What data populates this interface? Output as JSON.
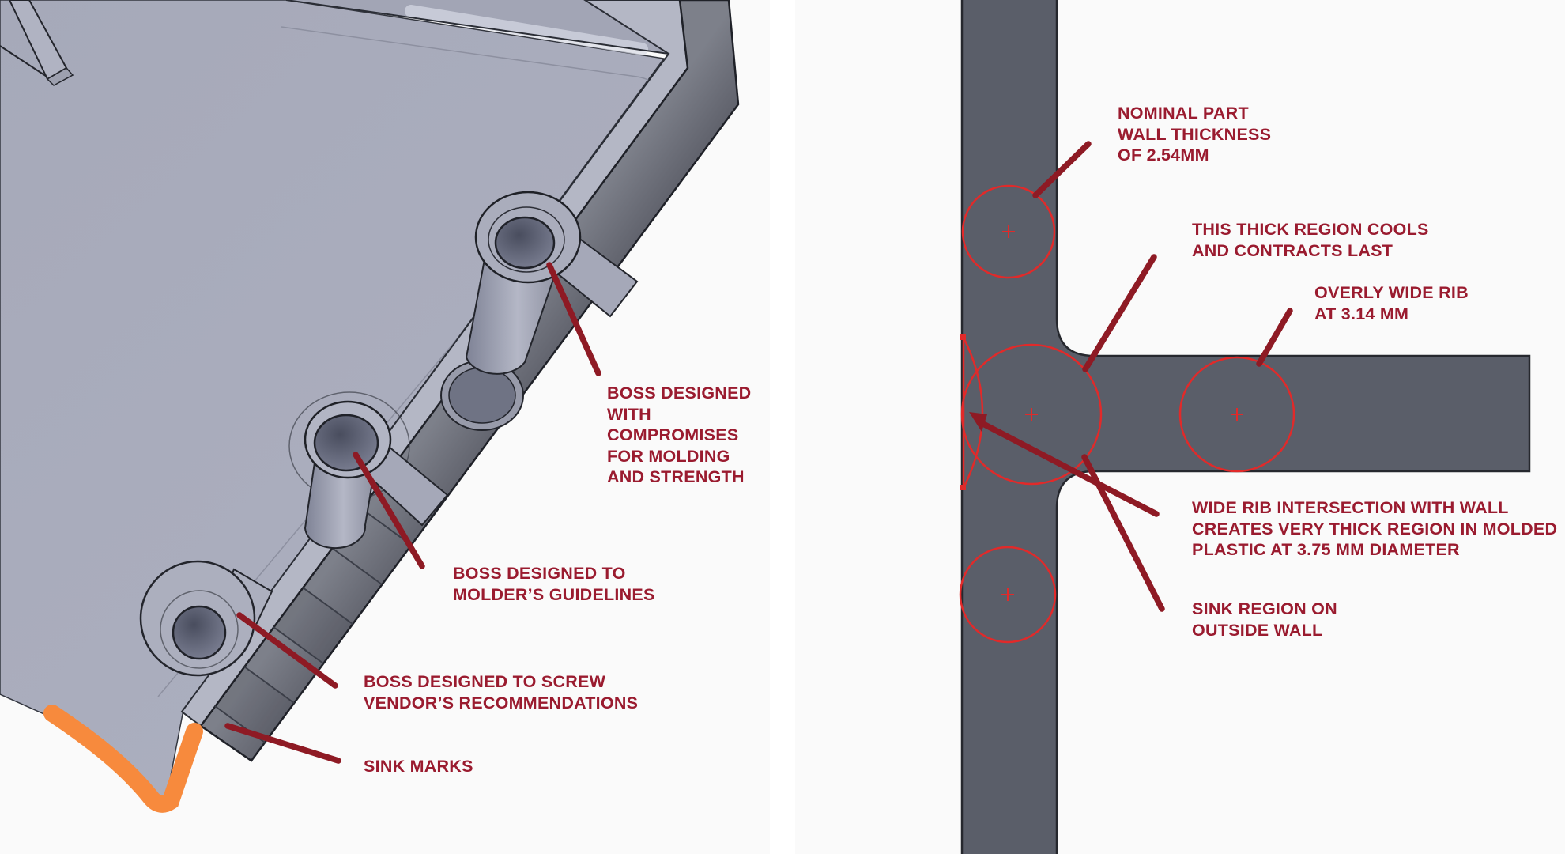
{
  "left_panel": {
    "labels": {
      "boss_compromises": "BOSS DESIGNED\nWITH\nCOMPROMISES\nFOR MOLDING\nAND STRENGTH",
      "boss_molders": "BOSS DESIGNED TO\nMOLDER’S GUIDELINES",
      "boss_screw": "BOSS DESIGNED TO SCREW\nVENDOR’S RECOMMENDATIONS",
      "sink_marks": "SINK MARKS"
    }
  },
  "right_panel": {
    "labels": {
      "nominal_wall": "NOMINAL PART\nWALL THICKNESS\nOF 2.54MM",
      "thick_region": "THIS THICK REGION COOLS\nAND CONTRACTS LAST",
      "overly_wide_rib": "OVERLY WIDE RIB\nAT 3.14 MM",
      "wide_rib_intersection": "WIDE RIB INTERSECTION WITH WALL\nCREATES VERY THICK REGION IN MOLDED\nPLASTIC AT 3.75 MM DIAMETER",
      "sink_region": "SINK REGION ON\nOUTSIDE WALL"
    }
  },
  "colors": {
    "label_text": "#9a1b2f",
    "leader_line": "#8e1a24",
    "inspection_circle": "#e12a2a",
    "sink_highlight_orange": "#f78a3d",
    "section_gray": "#5a5e69",
    "cad_surface_gray": "#a9acbc",
    "panel_background": "#fafafa"
  }
}
